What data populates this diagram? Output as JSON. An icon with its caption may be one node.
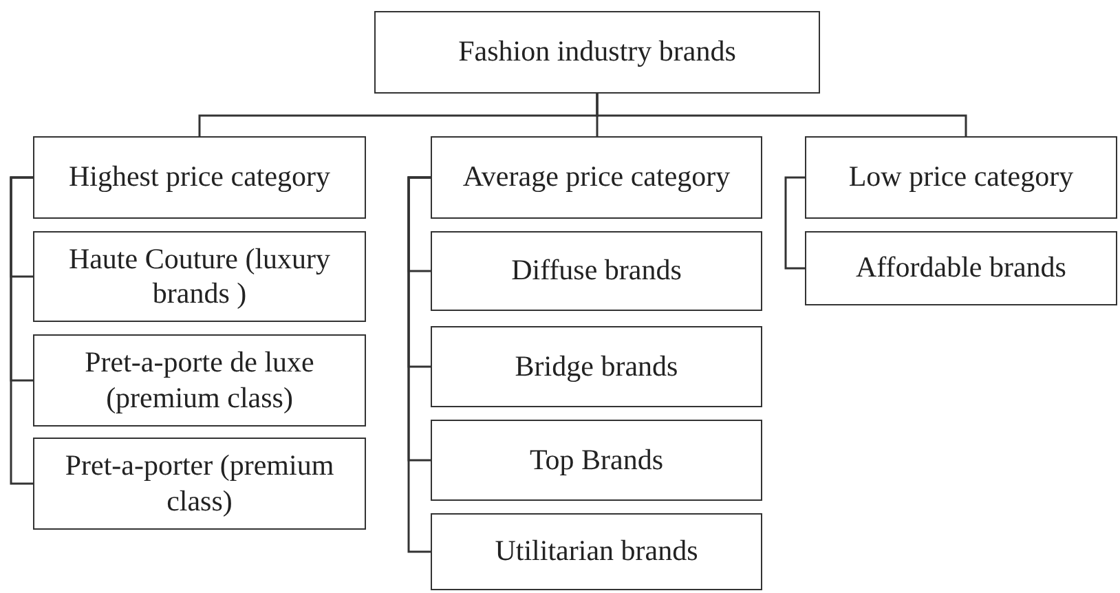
{
  "diagram": {
    "nodes": [
      {
        "text": [
          "Fashion industry brands"
        ]
      },
      {
        "text": [
          "Highest price category"
        ]
      },
      {
        "text": [
          "Haute Couture (luxury brands )"
        ]
      },
      {
        "text": [
          "Pret-a-porte de luxe (premium class)"
        ]
      },
      {
        "text": [
          "Pret-a-porter (premium class)"
        ]
      },
      {
        "text": [
          "Average price category"
        ]
      },
      {
        "text": [
          "Diffuse brands"
        ]
      },
      {
        "text": [
          "Bridge brands"
        ]
      },
      {
        "text": [
          "Top Brands"
        ]
      },
      {
        "text": [
          "Utilitarian brands"
        ]
      },
      {
        "text": [
          "Low price category"
        ]
      },
      {
        "text": [
          "Affordable brands"
        ]
      }
    ],
    "edges": [
      {
        "from": 0,
        "to": 1,
        "arrow": "none"
      },
      {
        "from": 0,
        "to": 5,
        "arrow": "none"
      },
      {
        "from": 0,
        "to": 10,
        "arrow": "none"
      },
      {
        "from": 1,
        "to": 2,
        "arrow": "none"
      },
      {
        "from": 1,
        "to": 3,
        "arrow": "none"
      },
      {
        "from": 1,
        "to": 4,
        "arrow": "none"
      },
      {
        "from": 5,
        "to": 6,
        "arrow": "none"
      },
      {
        "from": 5,
        "to": 7,
        "arrow": "none"
      },
      {
        "from": 5,
        "to": 8,
        "arrow": "none"
      },
      {
        "from": 5,
        "to": 9,
        "arrow": "none"
      },
      {
        "from": 10,
        "to": 11,
        "arrow": "none"
      }
    ]
  }
}
